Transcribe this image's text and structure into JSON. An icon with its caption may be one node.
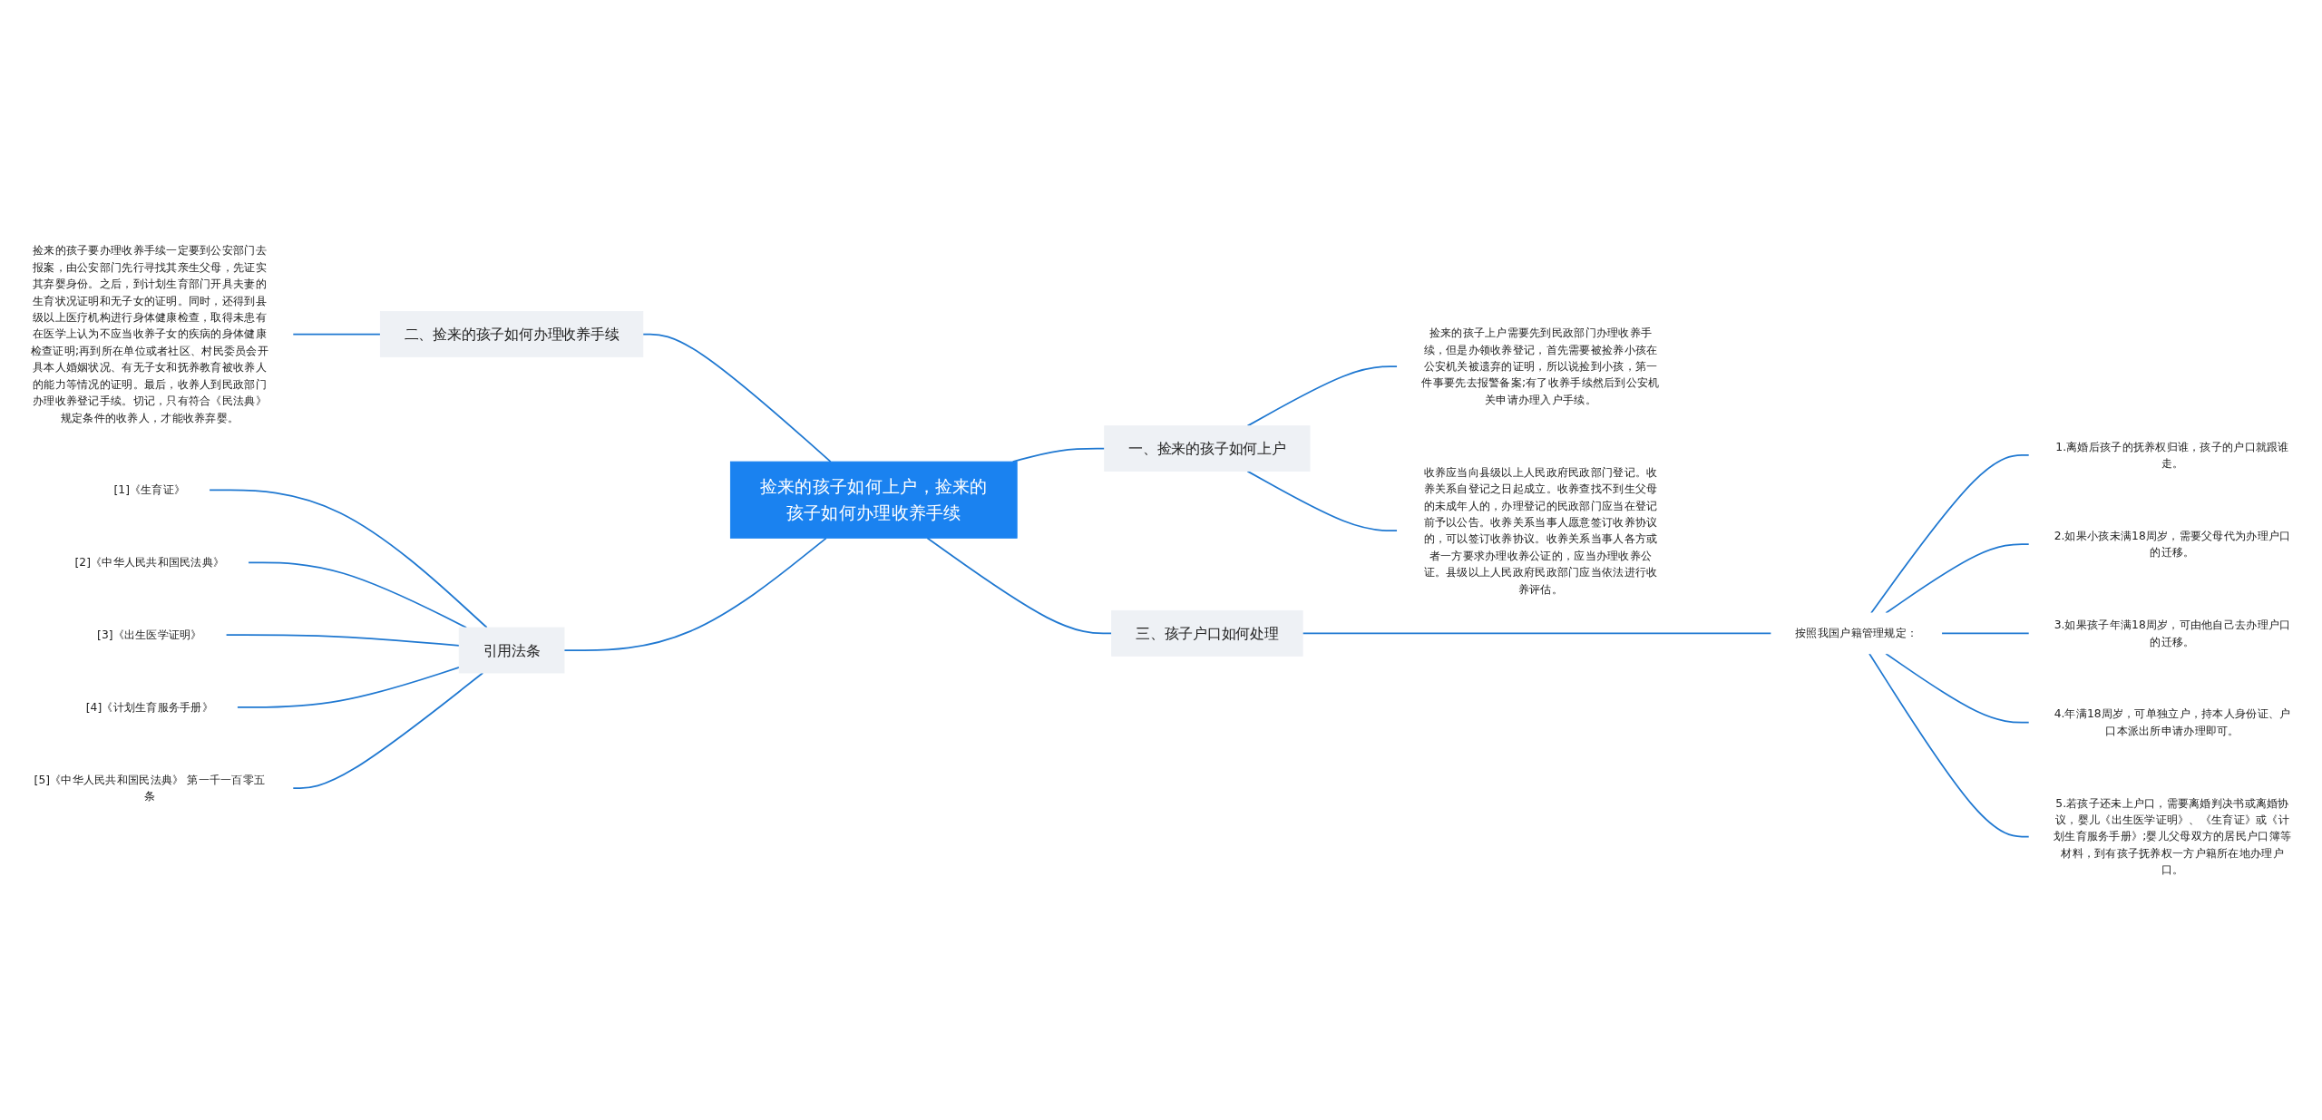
{
  "diagram": {
    "nodes": [
      {
        "text": [
          "捡来的孩子如何上户，捡来的孩子如何办理收养手续"
        ]
      },
      {
        "text": [
          "一、捡来的孩子如何上户"
        ]
      },
      {
        "text": [
          "捡来的孩子上户需要先到民政部门办理收养手续，但是办领收养登记，首先需要被捡养小孩在公安机关被遗弃的证明，所以说捡到小孩，第一件事要先去报警备案;有了收养手续然后到公安机关申请办理入户手续。"
        ]
      },
      {
        "text": [
          "收养应当向县级以上人民政府民政部门登记。收养关系自登记之日起成立。收养查找不到生父母的未成年人的，办理登记的民政部门应当在登记前予以公告。收养关系当事人愿意签订收养协议的，可以签订收养协议。收养关系当事人各方或者一方要求办理收养公证的，应当办理收养公证。县级以上人民政府民政部门应当依法进行收养评估。"
        ]
      },
      {
        "text": [
          "三、孩子户口如何处理"
        ]
      },
      {
        "text": [
          "按照我国户籍管理规定："
        ]
      },
      {
        "text": [
          "1.离婚后孩子的抚养权归谁，孩子的户口就跟谁走。"
        ]
      },
      {
        "text": [
          "2.如果小孩未满18周岁，需要父母代为办理户口的迁移。"
        ]
      },
      {
        "text": [
          "3.如果孩子年满18周岁，可由他自己去办理户口的迁移。"
        ]
      },
      {
        "text": [
          "4.年满18周岁，可单独立户，持本人身份证、户口本派出所申请办理即可。"
        ]
      },
      {
        "text": [
          "5.若孩子还未上户口，需要离婚判决书或离婚协议，婴儿《出生医学证明》、《生育证》或《计划生育服务手册》;婴儿父母双方的居民户口簿等材料，到有孩子抚养权一方户籍所在地办理户口。"
        ]
      },
      {
        "text": [
          "二、捡来的孩子如何办理收养手续"
        ]
      },
      {
        "text": [
          "捡来的孩子要办理收养手续一定要到公安部门去报案，由公安部门先行寻找其亲生父母，先证实其弃婴身份。之后，到计划生育部门开具夫妻的生育状况证明和无子女的证明。同时，还得到县级以上医疗机构进行身体健康检查，取得未患有在医学上认为不应当收养子女的疾病的身体健康检查证明;再到所在单位或者社区、村民委员会开具本人婚姻状况、有无子女和抚养教育被收养人的能力等情况的证明。最后，收养人到民政部门办理收养登记手续。切记，只有符合《民法典》规定条件的收养人，才能收养弃婴。"
        ]
      },
      {
        "text": [
          "引用法条"
        ]
      },
      {
        "text": [
          "[1]《生育证》"
        ]
      },
      {
        "text": [
          "[2]《中华人民共和国民法典》"
        ]
      },
      {
        "text": [
          "[3]《出生医学证明》"
        ]
      },
      {
        "text": [
          "[4]《计划生育服务手册》"
        ]
      },
      {
        "text": [
          "[5]《中华人民共和国民法典》 第一千一百零五条"
        ]
      }
    ],
    "edges": [
      {
        "from": 0,
        "to": 1,
        "arrow": "none"
      },
      {
        "from": 1,
        "to": 2,
        "arrow": "none"
      },
      {
        "from": 1,
        "to": 3,
        "arrow": "none"
      },
      {
        "from": 0,
        "to": 4,
        "arrow": "none"
      },
      {
        "from": 4,
        "to": 5,
        "arrow": "none"
      },
      {
        "from": 5,
        "to": 6,
        "arrow": "none"
      },
      {
        "from": 5,
        "to": 7,
        "arrow": "none"
      },
      {
        "from": 5,
        "to": 8,
        "arrow": "none"
      },
      {
        "from": 5,
        "to": 9,
        "arrow": "none"
      },
      {
        "from": 5,
        "to": 10,
        "arrow": "none"
      },
      {
        "from": 11,
        "to": 0,
        "arrow": "none"
      },
      {
        "from": 12,
        "to": 11,
        "arrow": "none"
      },
      {
        "from": 13,
        "to": 0,
        "arrow": "none"
      },
      {
        "from": 14,
        "to": 13,
        "arrow": "none"
      },
      {
        "from": 15,
        "to": 13,
        "arrow": "none"
      },
      {
        "from": 16,
        "to": 13,
        "arrow": "none"
      },
      {
        "from": 17,
        "to": 13,
        "arrow": "none"
      },
      {
        "from": 18,
        "to": 13,
        "arrow": "none"
      }
    ]
  }
}
